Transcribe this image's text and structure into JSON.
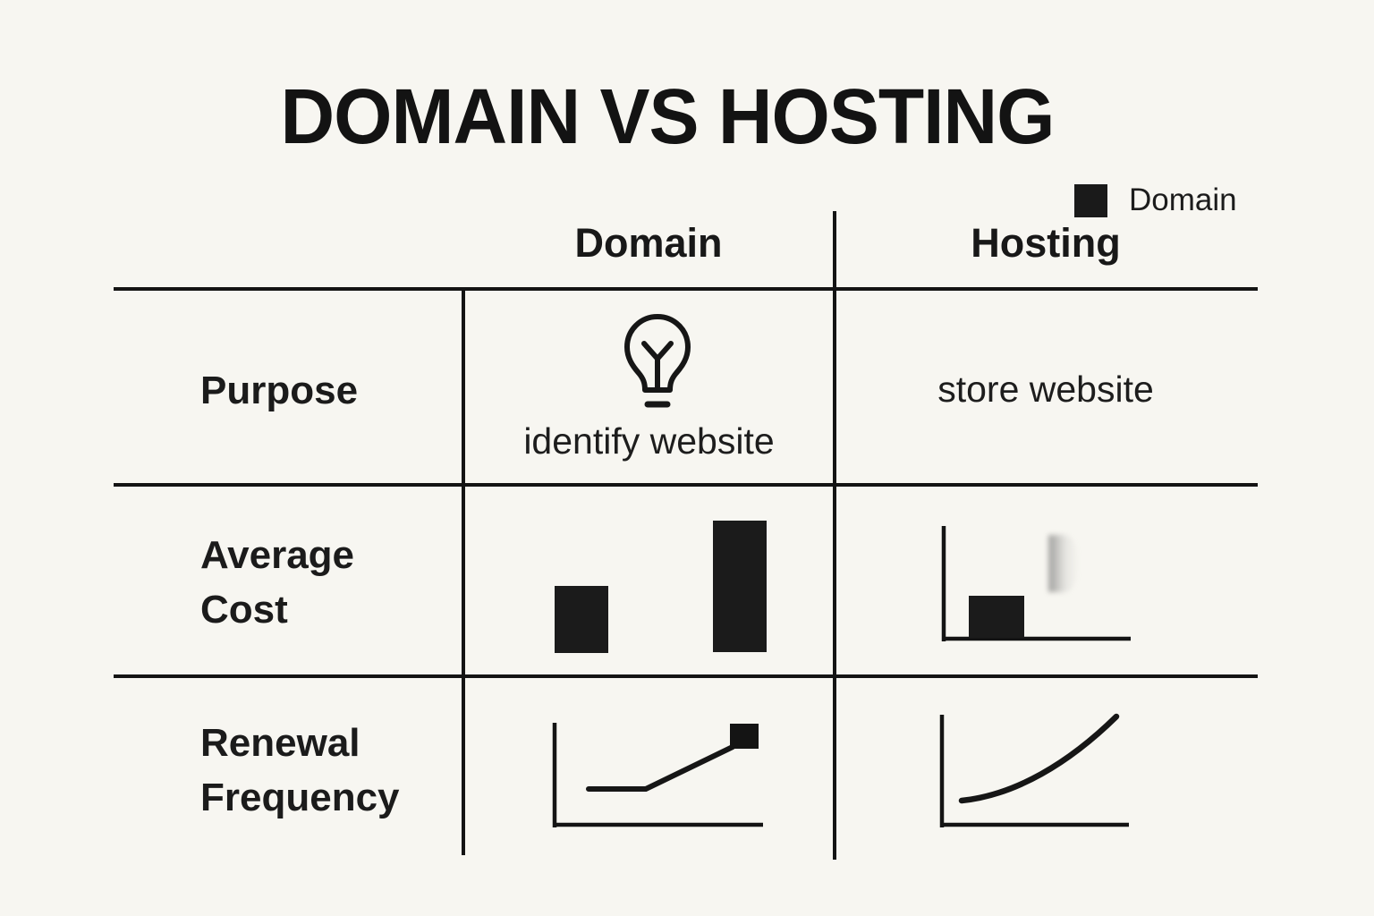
{
  "title": "DOMAIN VS HOSTING",
  "legend": {
    "swatch_icon": "black-square-swatch-icon",
    "swatch_color": "#1a1a1a",
    "label": "Domain"
  },
  "table": {
    "columns": [
      {
        "label": "Domain"
      },
      {
        "label": "Hosting"
      }
    ],
    "rows": [
      {
        "label": "Purpose",
        "domain": {
          "icon": "lightbulb-icon",
          "text": "identify website"
        },
        "hosting": {
          "text": "store website"
        }
      },
      {
        "label": "Average Cost",
        "domain": {
          "icon": "two-bars-chart-icon"
        },
        "hosting": {
          "icon": "single-bar-axis-chart-icon"
        }
      },
      {
        "label": "Renewal Frequency",
        "domain": {
          "icon": "step-line-chart-icon"
        },
        "hosting": {
          "icon": "growth-curve-chart-icon"
        }
      }
    ]
  },
  "colors": {
    "background": "#f7f6f1",
    "ink": "#171717",
    "grid_line": "#141414"
  }
}
